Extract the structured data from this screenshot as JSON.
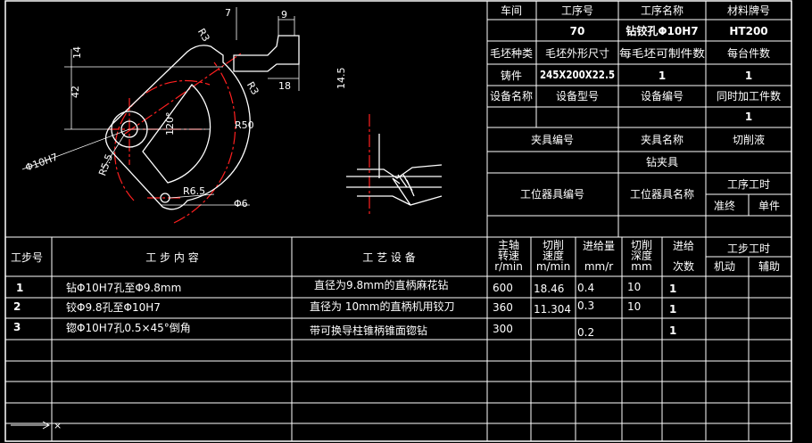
{
  "header": {
    "workshop_label": "车间",
    "op_no_label": "工序号",
    "op_name_label": "工序名称",
    "material_label": "材料牌号",
    "op_no": "70",
    "op_name": "钻铰孔Φ10H7",
    "material": "HT200",
    "blank_type_label": "毛坯种类",
    "blank_size_label": "毛坯外形尺寸",
    "per_blank_label": "每毛坯可制件数",
    "per_unit_label": "每台件数",
    "blank_type": "铸件",
    "blank_size": "245X200X22.5",
    "per_blank": "1",
    "per_unit": "1",
    "equip_name_label": "设备名称",
    "equip_model_label": "设备型号",
    "equip_no_label": "设备编号",
    "simul_label": "同时加工件数",
    "simul": "1",
    "fixture_no_label": "夹具编号",
    "fixture_name_label": "夹具名称",
    "coolant_label": "切削液",
    "fixture_name": "钻夹具",
    "station_no_label": "工位器具编号",
    "station_name_label": "工位器具名称",
    "op_time_label": "工序工时",
    "prep_end_label": "准终",
    "unit_label": "单件"
  },
  "steps_header": {
    "step_no": "工步号",
    "content": "工 步 内 容",
    "equipment": "工 艺 设 备",
    "spindle_1": "主轴",
    "spindle_2": "转速",
    "spindle_3": "r/min",
    "cut_1": "切削",
    "cut_2": "速度",
    "cut_3": "m/min",
    "feed_1": "进给量",
    "feed_2": "mm/r",
    "depth_1": "切削",
    "depth_2": "深度",
    "depth_3": "mm",
    "pass_1": "进给",
    "pass_2": "次数",
    "step_time": "工步工时",
    "machine": "机动",
    "aux": "辅助"
  },
  "steps": [
    {
      "no": "1",
      "content": "钻Φ10H7孔至Φ9.8mm",
      "equipment": "直径为9.8mm的直柄麻花钻",
      "speed": "600",
      "cut": "18.46",
      "feed": "0.4",
      "depth": "10",
      "passes": "1"
    },
    {
      "no": "2",
      "content": "铰Φ9.8孔至Φ10H7",
      "equipment": "直径为 10mm的直柄机用铰刀",
      "speed": "360",
      "cut": "11.304",
      "feed": "0.3",
      "depth": "10",
      "passes": "1"
    },
    {
      "no": "3",
      "content": "锪Φ10H7孔0.5×45°倒角",
      "equipment": "带可换导柱锥柄锥面锪钻",
      "speed": "300",
      "cut": "",
      "feed": "0.2",
      "depth": "",
      "passes": "1"
    }
  ],
  "drawing": {
    "d_r3": "R3",
    "d_7": "7",
    "d_9": "9",
    "d_14": "14",
    "d_42": "42",
    "d_r3b": "R3",
    "d_18": "18",
    "d_145": "14.5",
    "d_r50": "R50",
    "d_120": "120°",
    "d_phi10": "Φ10H7",
    "d_r55": "R5.5",
    "d_r65": "R6.5",
    "d_phi6": "Φ6"
  },
  "colors": {
    "background": "#000000",
    "line": "#ffffff",
    "centerline": "#ff2020"
  }
}
